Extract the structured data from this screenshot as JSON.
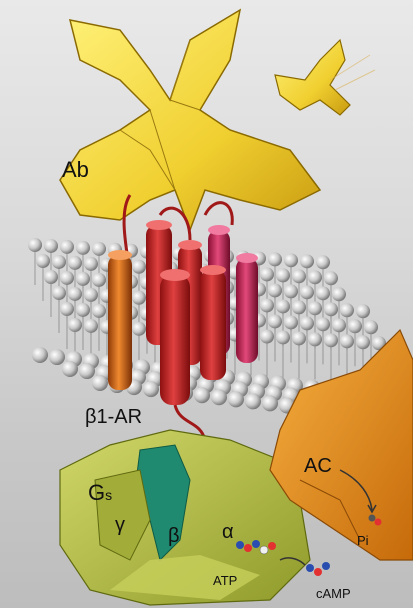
{
  "labels": {
    "antibody": "Ab",
    "receptor_beta": "β",
    "receptor_suffix": "1-AR",
    "g_protein": "G",
    "g_protein_sub": "s",
    "gamma": "γ",
    "beta": "β",
    "alpha": "α",
    "adenylyl_cyclase": "AC",
    "atp": "ATP",
    "camp": "cAMP",
    "pi": "Pi"
  },
  "colors": {
    "antibody": "#f2d63a",
    "receptor": "#d8282a",
    "receptor_orange": "#e07020",
    "lipid_head": "#c8c8c8",
    "g_alpha": "#b9c24a",
    "g_beta": "#1f8a70",
    "g_gamma": "#8e9a2a",
    "adenylyl_cyclase": "#e8901a"
  }
}
